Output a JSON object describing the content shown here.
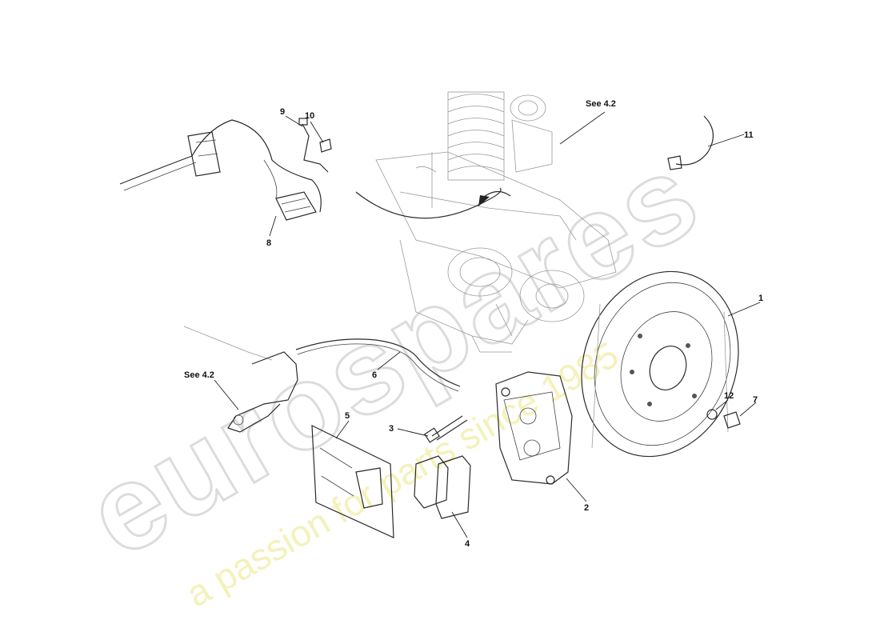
{
  "watermark": {
    "brand": "eurospares",
    "tagline": "a passion for parts since 1985"
  },
  "callouts": {
    "c1": "1",
    "c2": "2",
    "c3": "3",
    "c4": "4",
    "c5": "5",
    "c6": "6",
    "c7": "7",
    "c8": "8",
    "c9": "9",
    "c10": "10",
    "c11": "11",
    "c12": "12",
    "see_top": "See  4.2",
    "see_left": "See  4.2"
  }
}
